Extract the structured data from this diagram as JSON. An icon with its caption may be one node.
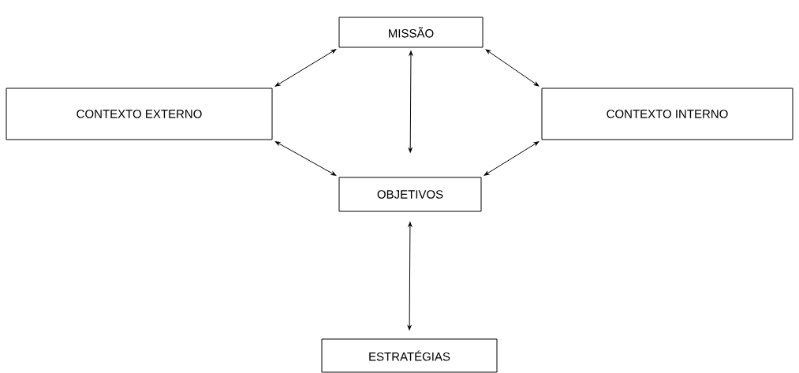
{
  "diagram": {
    "nodes": [
      {
        "text": [
          "MISSÃO"
        ]
      },
      {
        "text": [
          "CONTEXTO EXTERNO"
        ]
      },
      {
        "text": [
          "CONTEXTO INTERNO"
        ]
      },
      {
        "text": [
          "OBJETIVOS"
        ]
      },
      {
        "text": [
          "ESTRATÉGIAS"
        ]
      }
    ],
    "edges": [
      {
        "from": 0,
        "to": 1,
        "arrow": "both"
      },
      {
        "from": 0,
        "to": 3,
        "arrow": "both"
      },
      {
        "from": 0,
        "to": 2,
        "arrow": "both"
      },
      {
        "from": 1,
        "to": 3,
        "arrow": "both"
      },
      {
        "from": 2,
        "to": 3,
        "arrow": "both"
      },
      {
        "from": 3,
        "to": 4,
        "arrow": "both"
      }
    ]
  }
}
